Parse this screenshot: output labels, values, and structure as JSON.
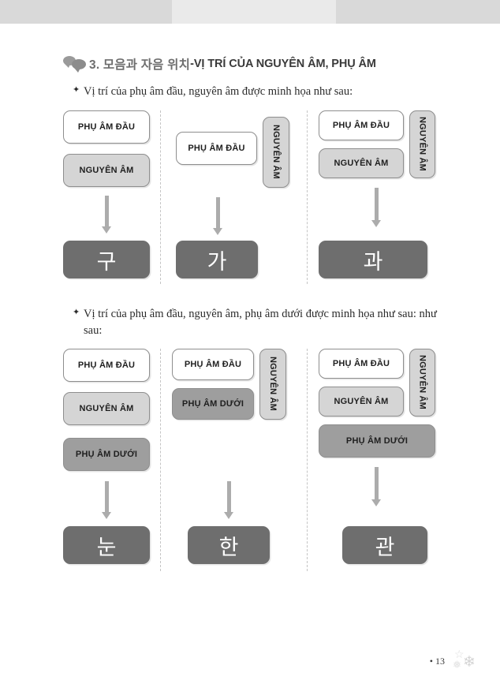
{
  "document": {
    "page_number": "• 13",
    "header_band_colors": [
      "#d9d9d9",
      "#eaeaea",
      "#d9d9d9"
    ],
    "decorations": [
      "flower-outline",
      "flower-solid",
      "flower-small"
    ]
  },
  "section": {
    "icon": "speech-bubbles-icon",
    "number_korean": "3. 모음과 자음 위치",
    "separator": " - ",
    "title_vietnamese": "VỊ TRÍ CỦA NGUYÊN ÂM, PHỤ ÂM"
  },
  "bullets": [
    {
      "marker": "✦",
      "text": "Vị trí của phụ âm đầu, nguyên âm được minh họa như sau:"
    },
    {
      "marker": "✦",
      "text": "Vị trí của phụ âm đầu, nguyên âm, phụ âm dưới được minh họa như sau: như sau:"
    }
  ],
  "labels": {
    "initial_consonant": "PHỤ ÂM ĐẦU",
    "vowel": "NGUYÊN ÂM",
    "final_consonant": "PHỤ ÂM DƯỚI"
  },
  "colors": {
    "box_white": "#ffffff",
    "box_light_gray": "#d5d5d5",
    "box_medium_gray": "#9e9e9e",
    "result_dark_gray": "#6e6e6e",
    "arrow_gray": "#acacac",
    "border_gray": "#8e8e8e",
    "title_korean_gray": "#6e6e6e",
    "divider_gray": "#c4c4c4"
  },
  "diagram_one": {
    "columns": [
      {
        "id": "column-gu",
        "boxes": {
          "initial": "PHỤ ÂM ĐẦU",
          "vowel_horizontal": "NGUYÊN ÂM"
        },
        "result": "구"
      },
      {
        "id": "column-ga",
        "boxes": {
          "initial": "PHỤ ÂM ĐẦU",
          "vowel_vertical": "NGUYÊN ÂM"
        },
        "result": "가"
      },
      {
        "id": "column-gwa",
        "boxes": {
          "initial": "PHỤ ÂM ĐẦU",
          "vowel_horizontal": "NGUYÊN ÂM",
          "vowel_vertical": "NGUYÊN ÂM"
        },
        "result": "과"
      }
    ]
  },
  "diagram_two": {
    "columns": [
      {
        "id": "column-nun",
        "boxes": {
          "initial": "PHỤ ÂM ĐẦU",
          "vowel_horizontal": "NGUYÊN ÂM",
          "final": "PHỤ ÂM DƯỚI"
        },
        "result": "눈"
      },
      {
        "id": "column-han",
        "boxes": {
          "initial": "PHỤ ÂM ĐẦU",
          "final": "PHỤ ÂM DƯỚI",
          "vowel_vertical": "NGUYÊN ÂM"
        },
        "result": "한"
      },
      {
        "id": "column-gwan",
        "boxes": {
          "initial": "PHỤ ÂM ĐẦU",
          "vowel_horizontal": "NGUYÊN ÂM",
          "vowel_vertical": "NGUYÊN ÂM",
          "final": "PHỤ ÂM DƯỚI"
        },
        "result": "관"
      }
    ]
  }
}
